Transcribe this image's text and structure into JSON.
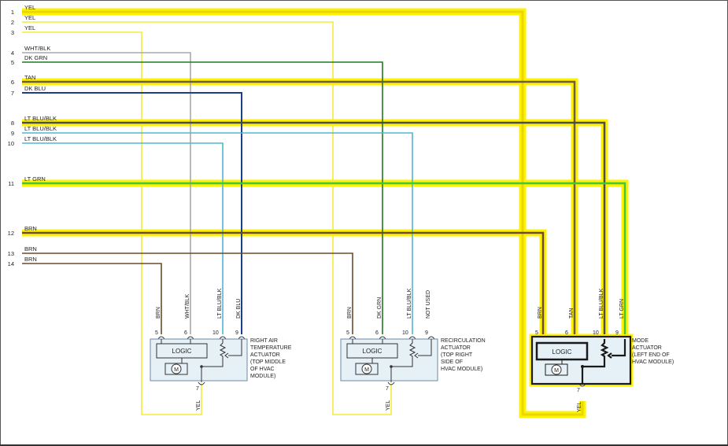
{
  "colors": {
    "highlight": "#fff200",
    "yel": "#f5eb3a",
    "wht_blk": "#a9a9a9",
    "dk_grn": "#1f7a1f",
    "tan": "#6e5a3c",
    "dk_blu": "#1c3f8c",
    "lt_blu_blk": "#4fb7d2",
    "lt_grn": "#42c53a",
    "brn": "#6b4b2a",
    "module_fill": "#e6f0f7",
    "module_stroke": "#6b8aa5"
  },
  "wires": [
    {
      "num": "1",
      "label": "YEL"
    },
    {
      "num": "2",
      "label": "YEL"
    },
    {
      "num": "3",
      "label": "YEL"
    },
    {
      "num": "4",
      "label": "WHT/BLK"
    },
    {
      "num": "5",
      "label": "DK GRN"
    },
    {
      "num": "6",
      "label": "TAN"
    },
    {
      "num": "7",
      "label": "DK BLU"
    },
    {
      "num": "8",
      "label": "LT BLU/BLK"
    },
    {
      "num": "9",
      "label": "LT BLU/BLK"
    },
    {
      "num": "10",
      "label": "LT BLU/BLK"
    },
    {
      "num": "11",
      "label": "LT GRN"
    },
    {
      "num": "12",
      "label": "BRN"
    },
    {
      "num": "13",
      "label": "BRN"
    },
    {
      "num": "14",
      "label": "BRN"
    }
  ],
  "modules": [
    {
      "logic": "LOGIC",
      "motor": "M",
      "desc": [
        "RIGHT AIR",
        "TEMPERATURE",
        "ACTUATOR",
        "(TOP MIDDLE",
        "OF HVAC",
        "MODULE)"
      ],
      "pins": [
        "5",
        "6",
        "10",
        "9"
      ],
      "pin_labels": [
        "BRN",
        "WHT/BLK",
        "LT BLU/BLK",
        "DK BLU"
      ],
      "ground_pin": "7",
      "ground_label": "YEL"
    },
    {
      "logic": "LOGIC",
      "motor": "M",
      "desc": [
        "RECIRCULATION",
        "ACTUATOR",
        "(TOP RIGHT",
        "SIDE OF",
        "HVAC MODULE)"
      ],
      "pins": [
        "5",
        "6",
        "10",
        "9"
      ],
      "pin_labels": [
        "BRN",
        "DK GRN",
        "LT BLU/BLK",
        "NOT USED"
      ],
      "ground_pin": "7",
      "ground_label": "YEL"
    },
    {
      "logic": "LOGIC",
      "motor": "M",
      "desc": [
        "MODE",
        "ACTUATOR",
        "(LEFT END OF",
        "HVAC MODULE)"
      ],
      "pins": [
        "5",
        "6",
        "10",
        "9"
      ],
      "pin_labels": [
        "BRN",
        "TAN",
        "LT BLU/BLK",
        "LT GRN"
      ],
      "ground_pin": "7",
      "ground_label": "YEL"
    }
  ]
}
